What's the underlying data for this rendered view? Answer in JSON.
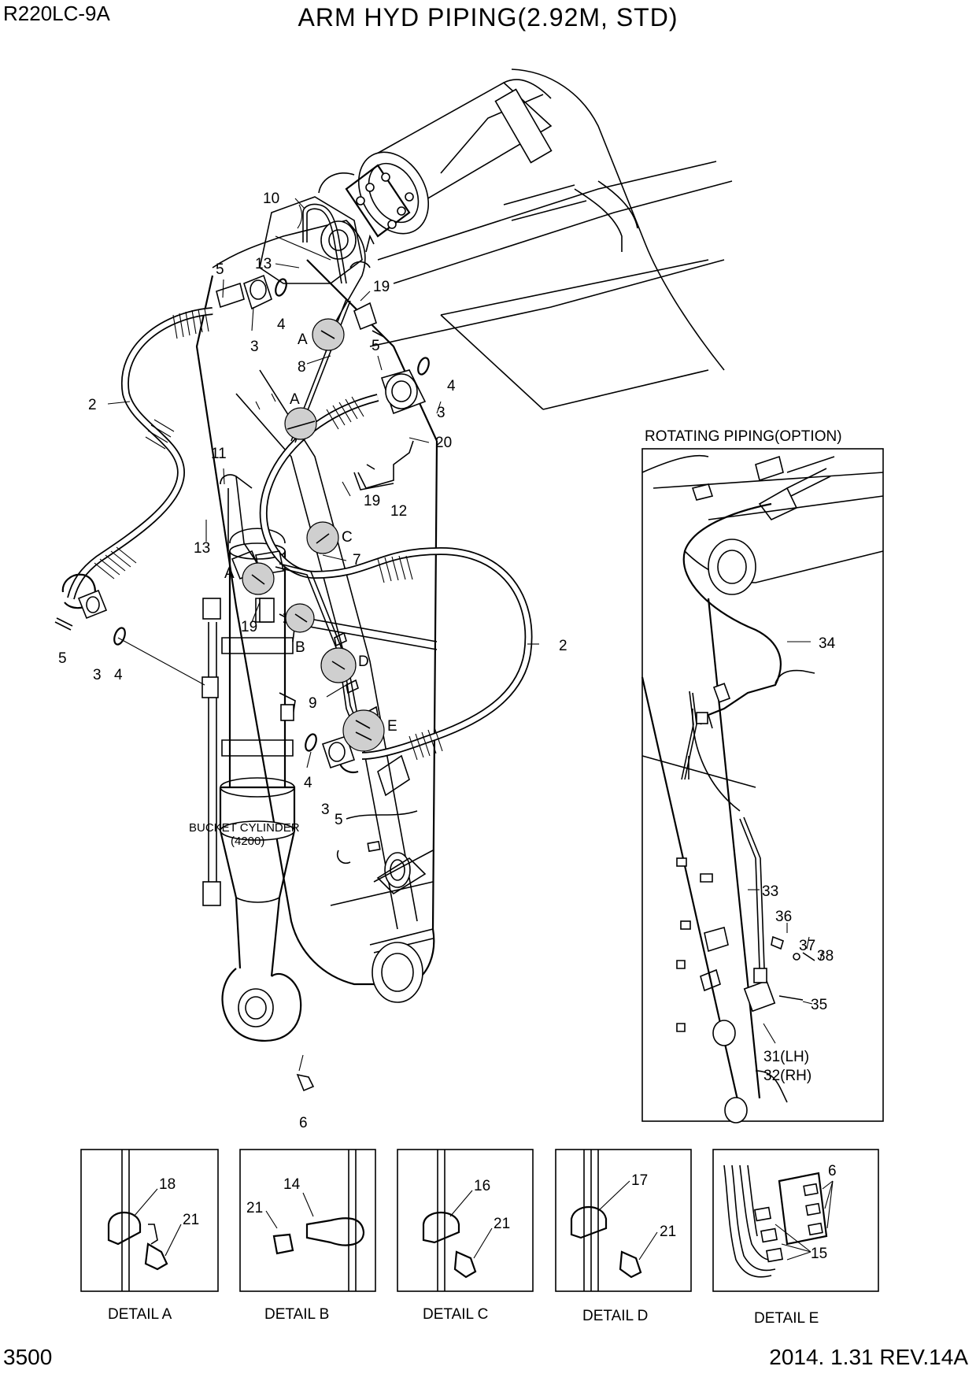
{
  "header": {
    "model": "R220LC-9A",
    "title": "ARM HYD PIPING(2.92M, STD)"
  },
  "footer": {
    "page_number": "3500",
    "revision": "2014. 1.31  REV.14A"
  },
  "main_callouts": {
    "c10": "10",
    "c13a": "13",
    "c5a": "5",
    "c4a": "4",
    "c19a": "19",
    "c3a": "3",
    "cA1": "A",
    "c8": "8",
    "c5b": "5",
    "c4b": "4",
    "c2a": "2",
    "cA2": "A",
    "c3b": "3",
    "c20": "20",
    "c11": "11",
    "c19b": "19",
    "c12": "12",
    "c13b": "13",
    "cC": "C",
    "c7": "7",
    "cA3": "A",
    "c19c": "19",
    "c5c": "5",
    "c3c": "3",
    "c4c": "4",
    "cB": "B",
    "cD": "D",
    "c2b": "2",
    "c9": "9",
    "cE": "E",
    "c4d": "4",
    "c3d": "3",
    "c5d": "5",
    "c6": "6"
  },
  "bucket_cylinder": {
    "line1": "BUCKET CYLINDER",
    "line2": "(4200)"
  },
  "rotating_panel": {
    "title": "ROTATING PIPING(OPTION)",
    "c34": "34",
    "c33": "33",
    "c36": "36",
    "c37": "37",
    "c38": "38",
    "c35": "35",
    "c31": "31(LH)",
    "c32": "32(RH)"
  },
  "details": [
    {
      "caption": "DETAIL  A",
      "n1": "18",
      "n2": "21"
    },
    {
      "caption": "DETAIL  B",
      "n1": "14",
      "n2": "21"
    },
    {
      "caption": "DETAIL  C",
      "n1": "16",
      "n2": "21"
    },
    {
      "caption": "DETAIL  D",
      "n1": "17",
      "n2": "21"
    },
    {
      "caption": "DETAIL  E",
      "n1": "6",
      "n2": "15"
    }
  ]
}
